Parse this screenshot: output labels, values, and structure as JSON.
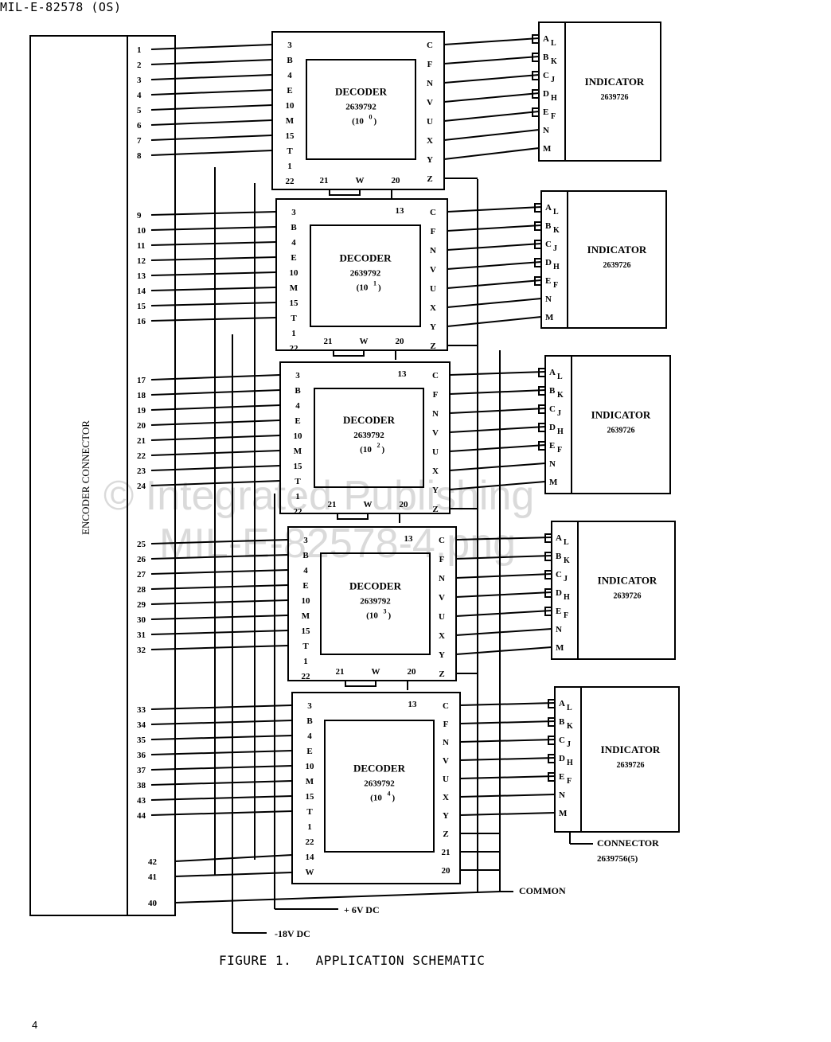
{
  "header": "MIL-E-82578 (OS)",
  "page_number": "4",
  "caption": "FIGURE 1.   APPLICATION SCHEMATIC",
  "watermark": [
    "© Integrated Publishing",
    "MIL-E-82578-4.png"
  ],
  "encoder_connector": {
    "label": "ENCODER CONNECTOR",
    "pin_groups": [
      [
        "1",
        "2",
        "3",
        "4",
        "5",
        "6",
        "7",
        "8"
      ],
      [
        "9",
        "10",
        "11",
        "12",
        "13",
        "14",
        "15",
        "16"
      ],
      [
        "17",
        "18",
        "19",
        "20",
        "21",
        "22",
        "23",
        "24"
      ],
      [
        "25",
        "26",
        "27",
        "28",
        "29",
        "30",
        "31",
        "32"
      ],
      [
        "33",
        "34",
        "35",
        "36",
        "37",
        "38",
        "43",
        "44"
      ]
    ],
    "power_pins": [
      "42",
      "41",
      "40"
    ]
  },
  "decoders": [
    {
      "title": "DECODER",
      "part": "2639792",
      "digit": "(10",
      "exp": "0",
      "close": ")"
    },
    {
      "title": "DECODER",
      "part": "2639792",
      "digit": "(10",
      "exp": "1",
      "close": ")"
    },
    {
      "title": "DECODER",
      "part": "2639792",
      "digit": "(10",
      "exp": "2",
      "close": ")"
    },
    {
      "title": "DECODER",
      "part": "2639792",
      "digit": "(10",
      "exp": "3",
      "close": ")"
    },
    {
      "title": "DECODER",
      "part": "2639792",
      "digit": "(10",
      "exp": "4",
      "close": ")"
    }
  ],
  "decoder_pins": {
    "left": [
      "3",
      "B",
      "4",
      "E",
      "10",
      "M",
      "15",
      "T",
      "1",
      "22"
    ],
    "left_last": [
      "3",
      "B",
      "4",
      "E",
      "10",
      "M",
      "15",
      "T",
      "1",
      "22",
      "14",
      "W"
    ],
    "right": [
      "C",
      "F",
      "N",
      "V",
      "U",
      "X",
      "Y",
      "Z"
    ],
    "right_last": [
      "C",
      "F",
      "N",
      "V",
      "U",
      "X",
      "Y",
      "Z",
      "21",
      "20"
    ],
    "bottom": [
      "21",
      "W",
      "20"
    ],
    "top": "13"
  },
  "indicators": {
    "title": "INDICATOR",
    "part": "2639726",
    "pins": [
      {
        "main": "A",
        "sub": "L"
      },
      {
        "main": "B",
        "sub": "K"
      },
      {
        "main": "C",
        "sub": "J"
      },
      {
        "main": "D",
        "sub": "H"
      },
      {
        "main": "E",
        "sub": "F"
      },
      {
        "main": "N",
        "sub": ""
      },
      {
        "main": "M",
        "sub": ""
      }
    ]
  },
  "connector_note": {
    "label": "CONNECTOR",
    "part": "2639756(5)"
  },
  "supplies": {
    "common": "COMMON",
    "plus6": "+ 6V DC",
    "minus18": "-18V DC"
  },
  "colors": {
    "ink": "#000000",
    "paper": "#ffffff"
  }
}
